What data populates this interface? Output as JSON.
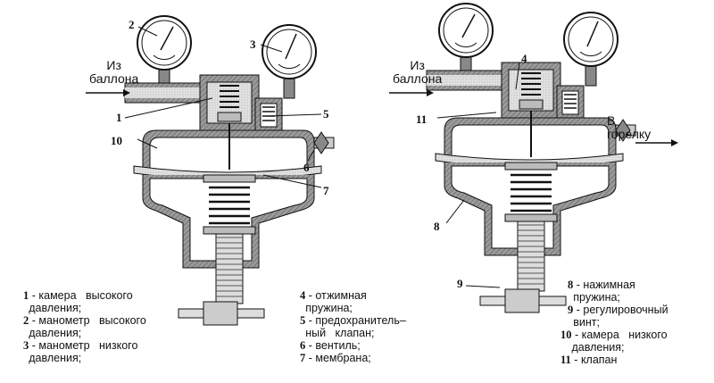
{
  "title_texts": {
    "left_inlet": "Из\nбаллона",
    "right_inlet": "Из\nбаллона",
    "right_outlet": "В\nгорелку"
  },
  "callouts_left": [
    "1",
    "2",
    "3",
    "5",
    "6",
    "7",
    "10"
  ],
  "callouts_right": [
    "4",
    "8",
    "9",
    "11"
  ],
  "legend": [
    {
      "n": "1",
      "text": "камера   высокого\nдавления;"
    },
    {
      "n": "2",
      "text": "манометр   высокого\nдавления;"
    },
    {
      "n": "3",
      "text": "манометр   низкого\nдавления;"
    },
    {
      "n": "4",
      "text": "отжимная\nпружина;"
    },
    {
      "n": "5",
      "text": "предохранитель–\nный   клапан;"
    },
    {
      "n": "6",
      "text": "вентиль;"
    },
    {
      "n": "7",
      "text": "мембрана;"
    },
    {
      "n": "8",
      "text": "нажимная\nпружина;"
    },
    {
      "n": "9",
      "text": "регулировочный\nвинт;"
    },
    {
      "n": "10",
      "text": "камера   низкого\nдавления;"
    },
    {
      "n": "11",
      "text": "клапан"
    }
  ],
  "colors": {
    "wall": "#8a8a8a",
    "gas": "#d8d8d8",
    "line": "#111111"
  }
}
